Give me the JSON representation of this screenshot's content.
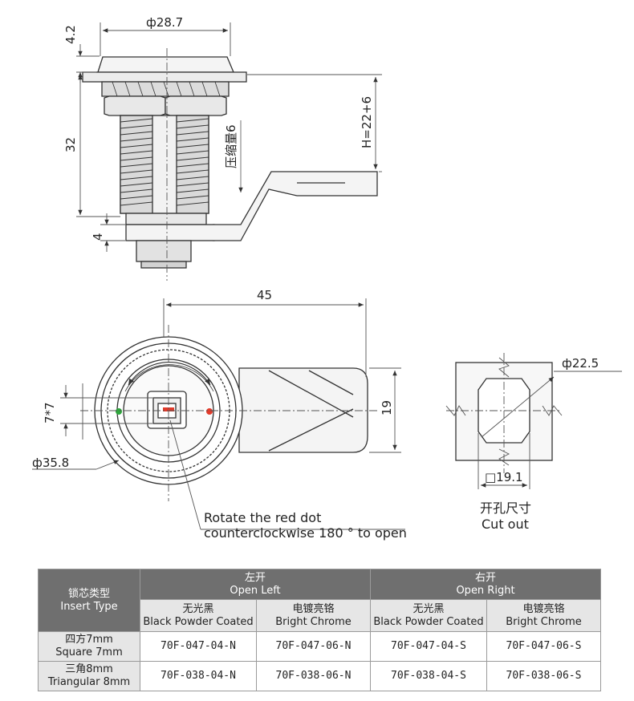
{
  "top_view": {
    "dim_width": "ф28.7",
    "dim_head": "4.2",
    "dim_body": "32",
    "dim_bottom": "4",
    "dim_height": "H=22+6",
    "compression_note": "压缩量6"
  },
  "front_view": {
    "dim_width": "45",
    "dim_height": "19",
    "dim_insert": "7*7",
    "dim_diameter": "ф35.8",
    "note_line1": "Rotate the red dot",
    "note_line2": "counterclockwise 180 ° to open",
    "colors": {
      "red_dot": "#e23a2a",
      "green_dot": "#2ea63c"
    }
  },
  "cutout": {
    "dim_diameter": "ф22.5",
    "dim_square": "□19.1",
    "label_cn": "开孔尺寸",
    "label_en": "Cut out"
  },
  "table": {
    "header": {
      "insert_type_cn": "锁芯类型",
      "insert_type_en": "Insert Type",
      "open_left_cn": "左开",
      "open_left_en": "Open Left",
      "open_right_cn": "右开",
      "open_right_en": "Open Right",
      "finish1_cn": "无光黑",
      "finish1_en": "Black Powder Coated",
      "finish2_cn": "电镀亮铬",
      "finish2_en": "Bright Chrome",
      "finish3_cn": "无光黑",
      "finish3_en": "Black Powder Coated",
      "finish4_cn": "电镀亮铬",
      "finish4_en": "Bright Chrome"
    },
    "rows": [
      {
        "type_cn": "四方7mm",
        "type_en": "Square 7mm",
        "codes": [
          "70F-047-04-N",
          "70F-047-06-N",
          "70F-047-04-S",
          "70F-047-06-S"
        ]
      },
      {
        "type_cn": "三角8mm",
        "type_en": "Triangular 8mm",
        "codes": [
          "70F-038-04-N",
          "70F-038-06-N",
          "70F-038-04-S",
          "70F-038-06-S"
        ]
      }
    ],
    "colors": {
      "header_bg": "#6f6f6f",
      "row_header_bg": "#e6e6e6"
    }
  }
}
